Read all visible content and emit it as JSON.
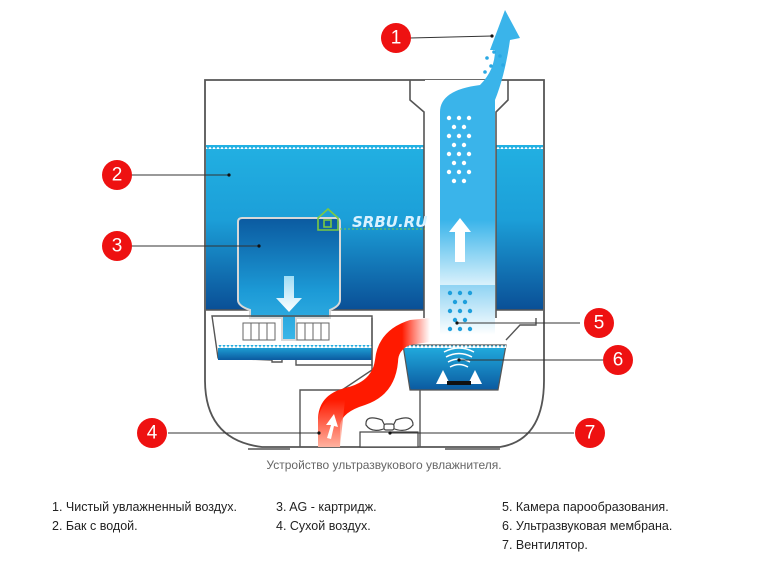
{
  "diagram": {
    "title": "Устройство ультразвукового увлажнителя.",
    "watermark": "SRBU.RU",
    "colors": {
      "water_light": "#21aee0",
      "water_dark": "#0a4f96",
      "steam": "#3ab4ea",
      "dry_air": "#ff1a00",
      "badge": "#ee1111",
      "outline": "#555555",
      "watermark_icon": "#7ac943"
    },
    "callouts": [
      {
        "number": "1",
        "target": "clean-humidified-air"
      },
      {
        "number": "2",
        "target": "water-tank"
      },
      {
        "number": "3",
        "target": "ag-cartridge"
      },
      {
        "number": "4",
        "target": "dry-air"
      },
      {
        "number": "5",
        "target": "evaporation-chamber"
      },
      {
        "number": "6",
        "target": "ultrasonic-membrane"
      },
      {
        "number": "7",
        "target": "fan"
      }
    ]
  },
  "legend": {
    "columns": [
      [
        "1. Чистый увлажненный воздух.",
        "2. Бак с водой."
      ],
      [
        "3. AG - картридж.",
        "4. Сухой воздух."
      ],
      [
        "5. Камера парообразования.",
        "6. Ультразвуковая мембрана.",
        "7. Вентилятор."
      ]
    ]
  }
}
